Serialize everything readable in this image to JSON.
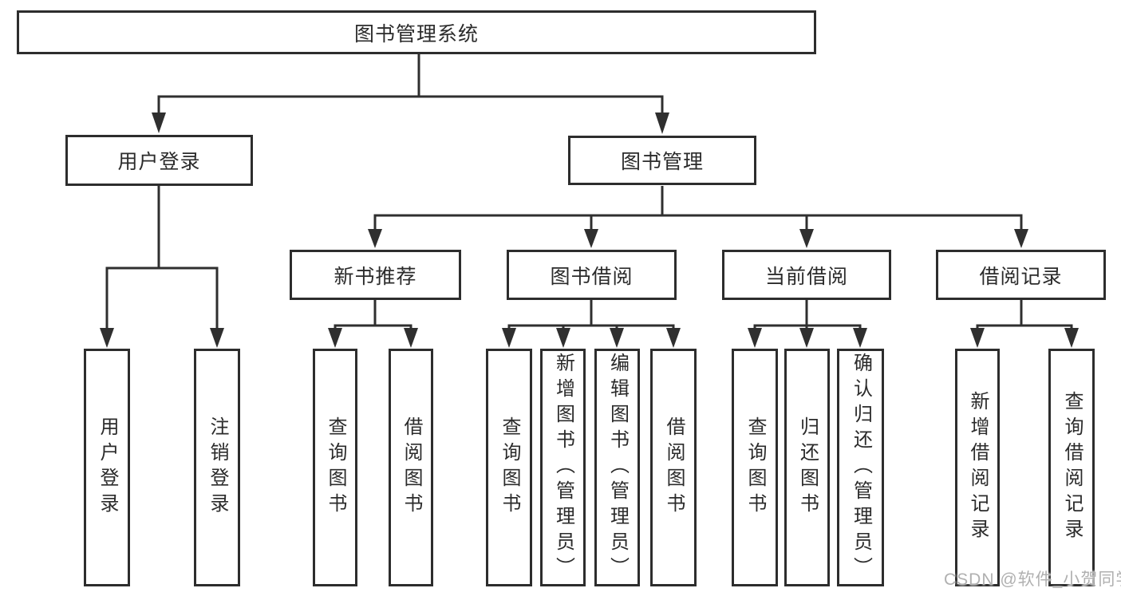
{
  "colors": {
    "line": "#2f2f2f",
    "box_border": "#2d2d2d",
    "box_fill": "#ffffff",
    "text": "#2b2b2b",
    "watermark": "#b0b0b0"
  },
  "diagram": {
    "root": {
      "label": "图书管理系统"
    },
    "login_branch": {
      "label": "用户登录",
      "children": [
        {
          "label": "用户登录"
        },
        {
          "label": "注销登录"
        }
      ]
    },
    "management_branch": {
      "label": "图书管理",
      "groups": [
        {
          "label": "新书推荐",
          "children": [
            {
              "label": "查询图书"
            },
            {
              "label": "借阅图书"
            }
          ]
        },
        {
          "label": "图书借阅",
          "children": [
            {
              "label": "查询图书"
            },
            {
              "label": "新增图书（管理员）"
            },
            {
              "label": "编辑图书（管理员）"
            },
            {
              "label": "借阅图书"
            }
          ]
        },
        {
          "label": "当前借阅",
          "children": [
            {
              "label": "查询图书"
            },
            {
              "label": "归还图书"
            },
            {
              "label": "确认归还（管理员）"
            }
          ]
        },
        {
          "label": "借阅记录",
          "children": [
            {
              "label": "新增借阅记录"
            },
            {
              "label": "查询借阅记录"
            }
          ]
        }
      ]
    }
  },
  "watermark": "CSDN @软件_小贺同学"
}
